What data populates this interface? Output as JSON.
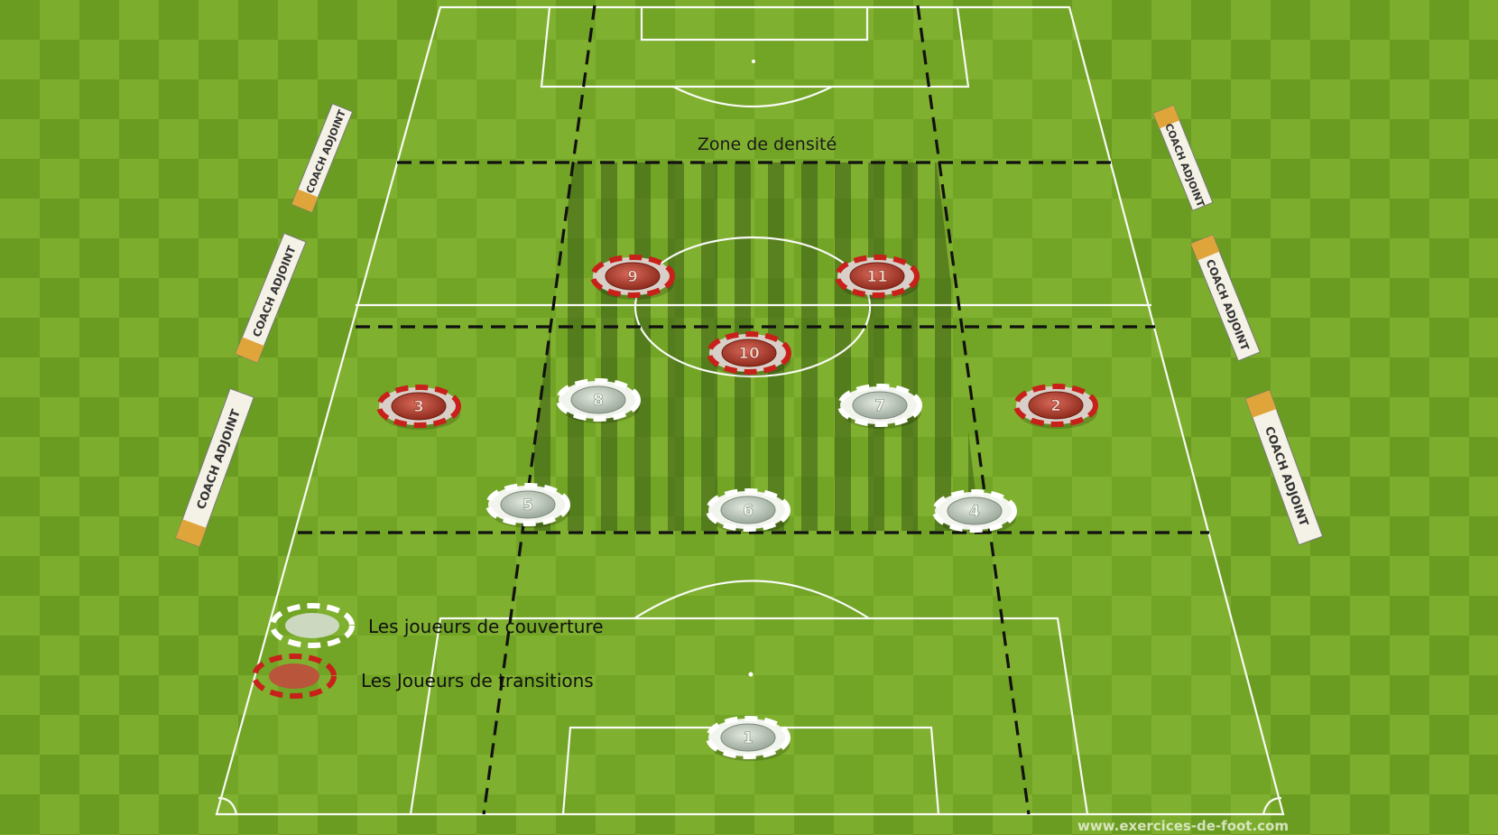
{
  "diagram": {
    "zone_label": "Zone de densité",
    "legend": {
      "cover_label": "Les joueurs de couverture",
      "transition_label": "Les Joueurs de transitions"
    },
    "sponsor_board_text": "COACH ADJOINT",
    "watermark": "www.exercices-de-foot.com",
    "colors": {
      "grass_light": "#82b52e",
      "grass_dark": "#6ea224",
      "line": "#ffffff",
      "dash": "#111111",
      "cover_player": "#c9d2c4",
      "transition_player": "#b23a2a",
      "transition_ring": "#c8201a"
    },
    "players": [
      {
        "number": "9",
        "team": "transition"
      },
      {
        "number": "11",
        "team": "transition"
      },
      {
        "number": "10",
        "team": "transition"
      },
      {
        "number": "3",
        "team": "transition"
      },
      {
        "number": "2",
        "team": "transition"
      },
      {
        "number": "8",
        "team": "cover"
      },
      {
        "number": "7",
        "team": "cover"
      },
      {
        "number": "5",
        "team": "cover"
      },
      {
        "number": "6",
        "team": "cover"
      },
      {
        "number": "4",
        "team": "cover"
      },
      {
        "number": "1",
        "team": "cover"
      }
    ]
  }
}
